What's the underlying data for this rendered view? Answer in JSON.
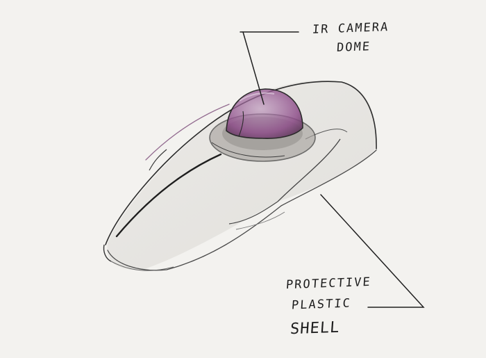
{
  "annotations": {
    "dome": [
      "IR CAMERA",
      "DOME"
    ],
    "shell": [
      "PROTECTIVE",
      "PLASTIC",
      "SHELL"
    ]
  },
  "colors": {
    "paper": "#f3f2ef",
    "graphite": "#2a2a2a",
    "dome_tint": "#9a5a94",
    "shading": "#8c8884"
  }
}
